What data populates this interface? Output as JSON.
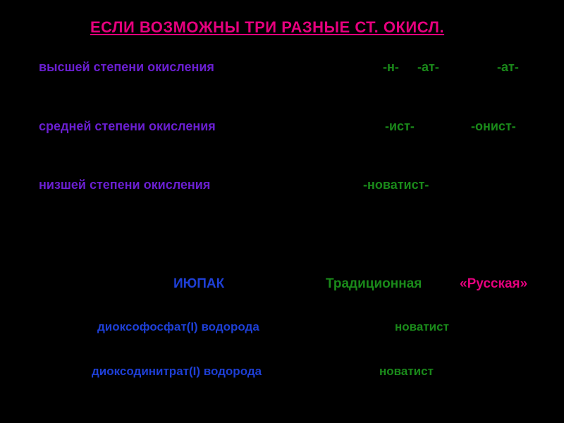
{
  "colors": {
    "title": "#e6007e",
    "label": "#6a1fd1",
    "suffix": "#1a8a1a",
    "iupac": "#1e3fd6",
    "traditional": "#1a8a1a",
    "russian": "#e6007e"
  },
  "title": "ЕСЛИ ВОЗМОЖНЫ ТРИ РАЗНЫЕ СТ. ОКИСЛ.",
  "rows": [
    {
      "label": "высшей степени окисления",
      "suffixes": [
        "-н-",
        "-ат-",
        "-ат-"
      ]
    },
    {
      "label": "средней степени окисления",
      "suffixes": [
        "-ист-",
        "-онист-"
      ]
    },
    {
      "label": "низшей степени окисления",
      "suffixes": [
        "-новатист-"
      ]
    }
  ],
  "columns": {
    "iupac": "ИЮПАК",
    "traditional": "Традиционная",
    "russian": "«Русская»"
  },
  "examples": [
    {
      "iupac": "диоксофосфат(I) водорода",
      "traditional": "новатист"
    },
    {
      "iupac": "диоксодинитрат(I) водорода",
      "traditional": "новатист"
    }
  ]
}
